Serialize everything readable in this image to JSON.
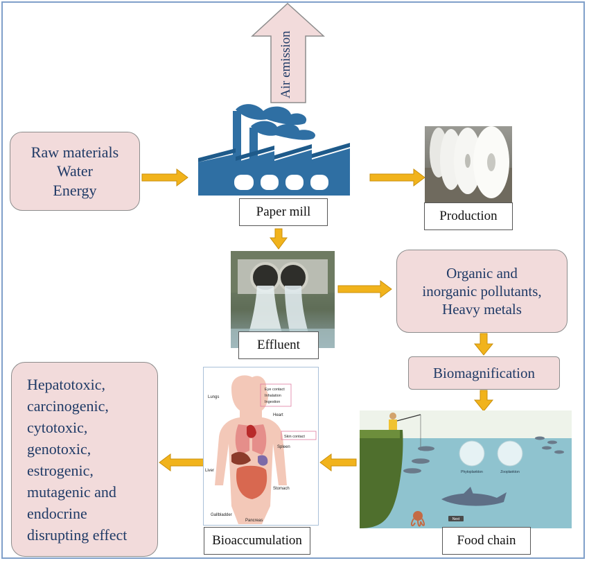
{
  "inputs": [
    "Raw materials",
    "Water",
    "Energy"
  ],
  "air_emission": "Air emission",
  "paper_mill": "Paper mill",
  "production": "Production",
  "effluent": "Effluent",
  "pollutants": [
    "Organic and",
    "inorganic pollutants,",
    "Heavy metals"
  ],
  "biomagnification": "Biomagnification",
  "food_chain": {
    "label": "Food chain",
    "plankton": [
      "Phytoplankton",
      "Zooplankton"
    ],
    "next_button": "Next"
  },
  "bioaccumulation": {
    "label": "Bioaccumulation",
    "organs": [
      "Lungs",
      "Heart",
      "Liver",
      "Spleen",
      "Stomach",
      "Gallbladder",
      "Pancreas"
    ],
    "exposure": [
      "Eye contact",
      "Inhalation",
      "Ingestion",
      "Skin contact"
    ]
  },
  "effects": [
    "Hepatotoxic,",
    "carcinogenic,",
    "cytotoxic,",
    "genotoxic,",
    "estrogenic,",
    "mutagenic and",
    "endocrine",
    "disrupting effect"
  ],
  "colors": {
    "box_fill": "#f2dbdb",
    "text": "#1f3a66",
    "arrow": "#f1b31c",
    "factory": "#2f6fa3",
    "frame": "#7f9fc9"
  }
}
